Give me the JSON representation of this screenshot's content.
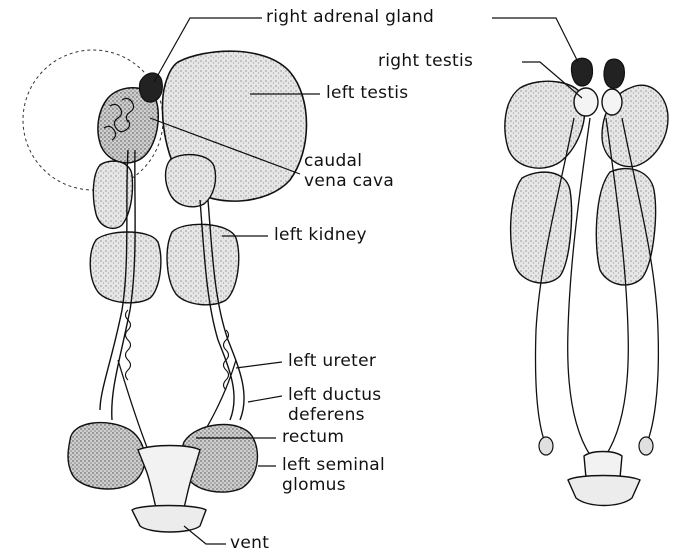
{
  "labels": {
    "right_adrenal_gland": "right adrenal gland",
    "left_testis": "left testis",
    "caudal_vena_cava_line1": "caudal",
    "caudal_vena_cava_line2": "vena cava",
    "left_kidney": "left kidney",
    "left_ureter": "left ureter",
    "left_ductus_deferens_line1": "left ductus",
    "left_ductus_deferens_line2": "deferens",
    "rectum": "rectum",
    "left_seminal_glomus_line1": "left seminal",
    "left_seminal_glomus_line2": "glomus",
    "vent": "vent",
    "right_testis": "right testis"
  },
  "colors": {
    "ink": "#111111",
    "organ_fill": "#e4e4e4",
    "stipple": "#6a6a6a",
    "background": "#ffffff"
  }
}
